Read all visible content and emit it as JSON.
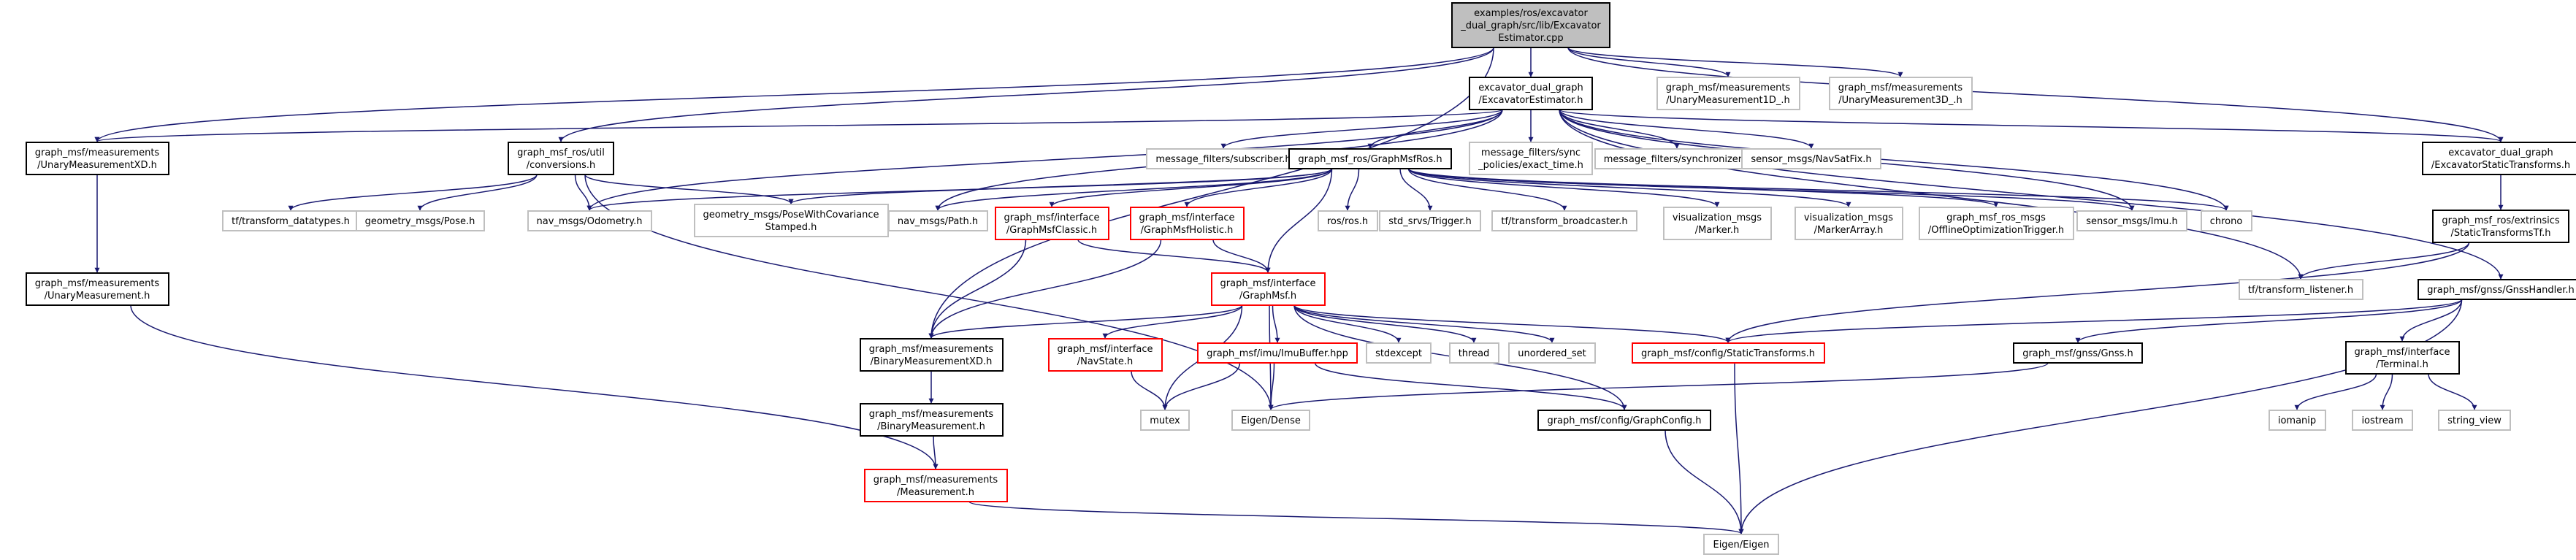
{
  "colors": {
    "edge": "#191970",
    "root_fill": "#bfbfbf",
    "normal_border": "#000000",
    "red_border": "#ff0000",
    "gray_border": "#bfbfbf",
    "text": "#000000"
  },
  "nodes": [
    {
      "id": "root",
      "lines": [
        "examples/ros/excavator",
        "_dual_graph/src/lib/Excavator",
        "Estimator.cpp"
      ],
      "style": "root"
    },
    {
      "id": "ee",
      "lines": [
        "excavator_dual_graph",
        "/ExcavatorEstimator.h"
      ],
      "style": "normal"
    },
    {
      "id": "um1d",
      "lines": [
        "graph_msf/measurements",
        "/UnaryMeasurement1D_.h"
      ],
      "style": "gray"
    },
    {
      "id": "um3d",
      "lines": [
        "graph_msf/measurements",
        "/UnaryMeasurement3D_.h"
      ],
      "style": "gray"
    },
    {
      "id": "umxd",
      "lines": [
        "graph_msf/measurements",
        "/UnaryMeasurementXD.h"
      ],
      "style": "normal"
    },
    {
      "id": "conv",
      "lines": [
        "graph_msf_ros/util",
        "/conversions.h"
      ],
      "style": "normal"
    },
    {
      "id": "mfsub",
      "lines": [
        "message_filters/subscriber.h"
      ],
      "style": "gray"
    },
    {
      "id": "gmros",
      "lines": [
        "graph_msf_ros/GraphMsfRos.h"
      ],
      "style": "normal"
    },
    {
      "id": "mfsync",
      "lines": [
        "message_filters/sync",
        "_policies/exact_time.h"
      ],
      "style": "gray"
    },
    {
      "id": "mfsyn",
      "lines": [
        "message_filters/synchronizer.h"
      ],
      "style": "gray"
    },
    {
      "id": "navsat",
      "lines": [
        "sensor_msgs/NavSatFix.h"
      ],
      "style": "gray"
    },
    {
      "id": "est",
      "lines": [
        "excavator_dual_graph",
        "/ExcavatorStaticTransforms.h"
      ],
      "style": "normal"
    },
    {
      "id": "tfdt",
      "lines": [
        "tf/transform_datatypes.h"
      ],
      "style": "gray"
    },
    {
      "id": "pose",
      "lines": [
        "geometry_msgs/Pose.h"
      ],
      "style": "gray"
    },
    {
      "id": "odom",
      "lines": [
        "nav_msgs/Odometry.h"
      ],
      "style": "gray"
    },
    {
      "id": "pwc",
      "lines": [
        "geometry_msgs/PoseWithCovariance",
        "Stamped.h"
      ],
      "style": "gray"
    },
    {
      "id": "path",
      "lines": [
        "nav_msgs/Path.h"
      ],
      "style": "gray"
    },
    {
      "id": "gmc",
      "lines": [
        "graph_msf/interface",
        "/GraphMsfClassic.h"
      ],
      "style": "red"
    },
    {
      "id": "gmh",
      "lines": [
        "graph_msf/interface",
        "/GraphMsfHolistic.h"
      ],
      "style": "red"
    },
    {
      "id": "rosh",
      "lines": [
        "ros/ros.h"
      ],
      "style": "gray"
    },
    {
      "id": "trig",
      "lines": [
        "std_srvs/Trigger.h"
      ],
      "style": "gray"
    },
    {
      "id": "tfb",
      "lines": [
        "tf/transform_broadcaster.h"
      ],
      "style": "gray"
    },
    {
      "id": "marker",
      "lines": [
        "visualization_msgs",
        "/Marker.h"
      ],
      "style": "gray"
    },
    {
      "id": "markera",
      "lines": [
        "visualization_msgs",
        "/MarkerArray.h"
      ],
      "style": "gray"
    },
    {
      "id": "offline",
      "lines": [
        "graph_msf_ros_msgs",
        "/OfflineOptimizationTrigger.h"
      ],
      "style": "gray"
    },
    {
      "id": "imu",
      "lines": [
        "sensor_msgs/Imu.h"
      ],
      "style": "gray"
    },
    {
      "id": "chrono",
      "lines": [
        "chrono"
      ],
      "style": "gray"
    },
    {
      "id": "rstt",
      "lines": [
        "graph_msf_ros/extrinsics",
        "/StaticTransformsTf.h"
      ],
      "style": "normal"
    },
    {
      "id": "um",
      "lines": [
        "graph_msf/measurements",
        "/UnaryMeasurement.h"
      ],
      "style": "normal"
    },
    {
      "id": "gm",
      "lines": [
        "graph_msf/interface",
        "/GraphMsf.h"
      ],
      "style": "red"
    },
    {
      "id": "tfl",
      "lines": [
        "tf/transform_listener.h"
      ],
      "style": "gray"
    },
    {
      "id": "gnssh",
      "lines": [
        "graph_msf/gnss/GnssHandler.h"
      ],
      "style": "normal"
    },
    {
      "id": "bmxd",
      "lines": [
        "graph_msf/measurements",
        "/BinaryMeasurementXD.h"
      ],
      "style": "normal"
    },
    {
      "id": "navstate",
      "lines": [
        "graph_msf/interface",
        "/NavState.h"
      ],
      "style": "red"
    },
    {
      "id": "imubuf",
      "lines": [
        "graph_msf/imu/ImuBuffer.hpp"
      ],
      "style": "red"
    },
    {
      "id": "stdexc",
      "lines": [
        "stdexcept"
      ],
      "style": "gray"
    },
    {
      "id": "thread",
      "lines": [
        "thread"
      ],
      "style": "gray"
    },
    {
      "id": "uset",
      "lines": [
        "unordered_set"
      ],
      "style": "gray"
    },
    {
      "id": "stf",
      "lines": [
        "graph_msf/config/StaticTransforms.h"
      ],
      "style": "red"
    },
    {
      "id": "gnss",
      "lines": [
        "graph_msf/gnss/Gnss.h"
      ],
      "style": "normal"
    },
    {
      "id": "term",
      "lines": [
        "graph_msf/interface",
        "/Terminal.h"
      ],
      "style": "normal"
    },
    {
      "id": "bm",
      "lines": [
        "graph_msf/measurements",
        "/BinaryMeasurement.h"
      ],
      "style": "normal"
    },
    {
      "id": "mutex",
      "lines": [
        "mutex"
      ],
      "style": "gray"
    },
    {
      "id": "dense",
      "lines": [
        "Eigen/Dense"
      ],
      "style": "gray"
    },
    {
      "id": "gconf",
      "lines": [
        "graph_msf/config/GraphConfig.h"
      ],
      "style": "normal"
    },
    {
      "id": "iomanip",
      "lines": [
        "iomanip"
      ],
      "style": "gray"
    },
    {
      "id": "iostream",
      "lines": [
        "iostream"
      ],
      "style": "gray"
    },
    {
      "id": "sview",
      "lines": [
        "string_view"
      ],
      "style": "gray"
    },
    {
      "id": "meas",
      "lines": [
        "graph_msf/measurements",
        "/Measurement.h"
      ],
      "style": "red"
    },
    {
      "id": "eigen",
      "lines": [
        "Eigen/Eigen"
      ],
      "style": "gray"
    }
  ],
  "edges": [
    [
      "root",
      "ee"
    ],
    [
      "root",
      "um1d"
    ],
    [
      "root",
      "um3d"
    ],
    [
      "root",
      "umxd"
    ],
    [
      "root",
      "conv"
    ],
    [
      "root",
      "bmxd"
    ],
    [
      "root",
      "est"
    ],
    [
      "ee",
      "umxd"
    ],
    [
      "ee",
      "mfsub"
    ],
    [
      "ee",
      "gmros"
    ],
    [
      "ee",
      "mfsync"
    ],
    [
      "ee",
      "mfsyn"
    ],
    [
      "ee",
      "navsat"
    ],
    [
      "ee",
      "est"
    ],
    [
      "ee",
      "odom"
    ],
    [
      "ee",
      "path"
    ],
    [
      "ee",
      "imu"
    ],
    [
      "ee",
      "chrono"
    ],
    [
      "ee",
      "tfl"
    ],
    [
      "ee",
      "gnssh"
    ],
    [
      "umxd",
      "um"
    ],
    [
      "conv",
      "tfdt"
    ],
    [
      "conv",
      "pose"
    ],
    [
      "conv",
      "odom"
    ],
    [
      "conv",
      "pwc"
    ],
    [
      "conv",
      "dense"
    ],
    [
      "gmros",
      "odom"
    ],
    [
      "gmros",
      "pwc"
    ],
    [
      "gmros",
      "path"
    ],
    [
      "gmros",
      "gmc"
    ],
    [
      "gmros",
      "gmh"
    ],
    [
      "gmros",
      "rosh"
    ],
    [
      "gmros",
      "trig"
    ],
    [
      "gmros",
      "tfb"
    ],
    [
      "gmros",
      "marker"
    ],
    [
      "gmros",
      "markera"
    ],
    [
      "gmros",
      "offline"
    ],
    [
      "gmros",
      "imu"
    ],
    [
      "gmros",
      "chrono"
    ],
    [
      "gmros",
      "gm"
    ],
    [
      "est",
      "rstt"
    ],
    [
      "rstt",
      "tfl"
    ],
    [
      "rstt",
      "stf"
    ],
    [
      "gmc",
      "gm"
    ],
    [
      "gmc",
      "bmxd"
    ],
    [
      "gmh",
      "gm"
    ],
    [
      "gmh",
      "bmxd"
    ],
    [
      "gm",
      "bmxd"
    ],
    [
      "gm",
      "navstate"
    ],
    [
      "gm",
      "imubuf"
    ],
    [
      "gm",
      "stdexc"
    ],
    [
      "gm",
      "thread"
    ],
    [
      "gm",
      "uset"
    ],
    [
      "gm",
      "stf"
    ],
    [
      "gm",
      "mutex"
    ],
    [
      "gm",
      "dense"
    ],
    [
      "gm",
      "gconf"
    ],
    [
      "um",
      "meas"
    ],
    [
      "bmxd",
      "bm"
    ],
    [
      "bm",
      "meas"
    ],
    [
      "navstate",
      "mutex"
    ],
    [
      "imubuf",
      "mutex"
    ],
    [
      "imubuf",
      "dense"
    ],
    [
      "imubuf",
      "gconf"
    ],
    [
      "stf",
      "eigen"
    ],
    [
      "gconf",
      "eigen"
    ],
    [
      "meas",
      "eigen"
    ],
    [
      "gnssh",
      "stf"
    ],
    [
      "gnssh",
      "gnss"
    ],
    [
      "gnssh",
      "term"
    ],
    [
      "gnssh",
      "eigen"
    ],
    [
      "gnss",
      "dense"
    ],
    [
      "term",
      "iomanip"
    ],
    [
      "term",
      "iostream"
    ],
    [
      "term",
      "sview"
    ]
  ]
}
